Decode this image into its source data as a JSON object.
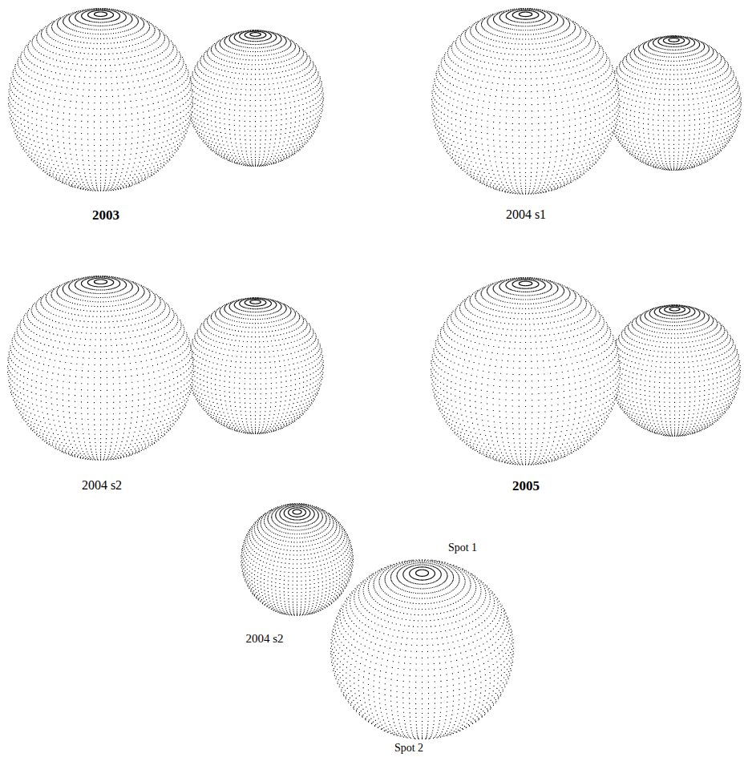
{
  "diagram": {
    "labels": [
      "2003",
      "2004 s1",
      "2004 s2",
      "2005",
      "Spot 1",
      "2004 s2",
      "Spot 2"
    ]
  }
}
